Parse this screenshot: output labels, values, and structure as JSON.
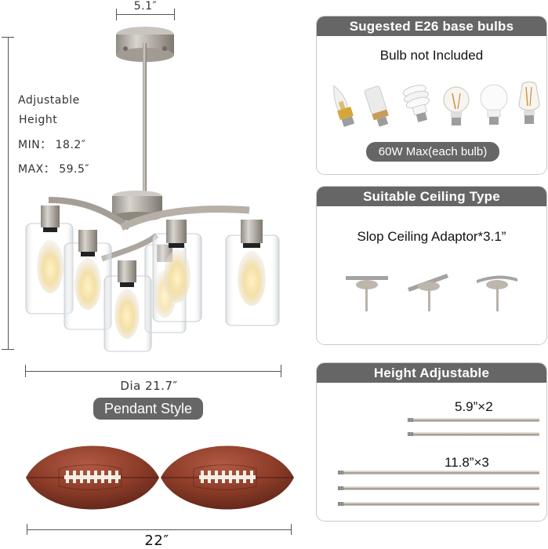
{
  "product": {
    "top_width_label": "5.1″",
    "adjustable_label_line1": "Adjustable",
    "adjustable_label_line2": "Height",
    "min_label": "MIN： 18.2″",
    "max_label": "MAX： 59.5″",
    "diameter_label": "Dia 21.7″",
    "style_badge": "Pendant Style",
    "comparison_width_label": "22″",
    "comparison_object": "football-pair",
    "lights_count": 6
  },
  "panels": [
    {
      "title": "Sugested E26 base bulbs",
      "subtitle": "Bulb not Included",
      "bulbs": [
        "candle-bulb",
        "corn-led-bulb",
        "spiral-cfl-bulb",
        "a19-filament-bulb",
        "a19-led-bulb",
        "st64-filament-bulb"
      ],
      "badge": "60W Max(each bulb)"
    },
    {
      "title": "Suitable Ceiling Type",
      "subtitle": "Slop Ceiling Adaptor*3.1”",
      "ceiling_types": [
        "flat-ceiling",
        "sloped-ceiling",
        "curved-ceiling"
      ]
    },
    {
      "title": "Height Adjustable",
      "rod_groups": [
        {
          "label": "5.9”×2",
          "count": 2
        },
        {
          "label": "11.8”×3",
          "count": 3
        }
      ]
    }
  ],
  "colors": {
    "banner": "#666666",
    "panel_border": "#c9c9c9",
    "brushed_nickel": "#b8b2aa",
    "football": "#8a3a26"
  }
}
